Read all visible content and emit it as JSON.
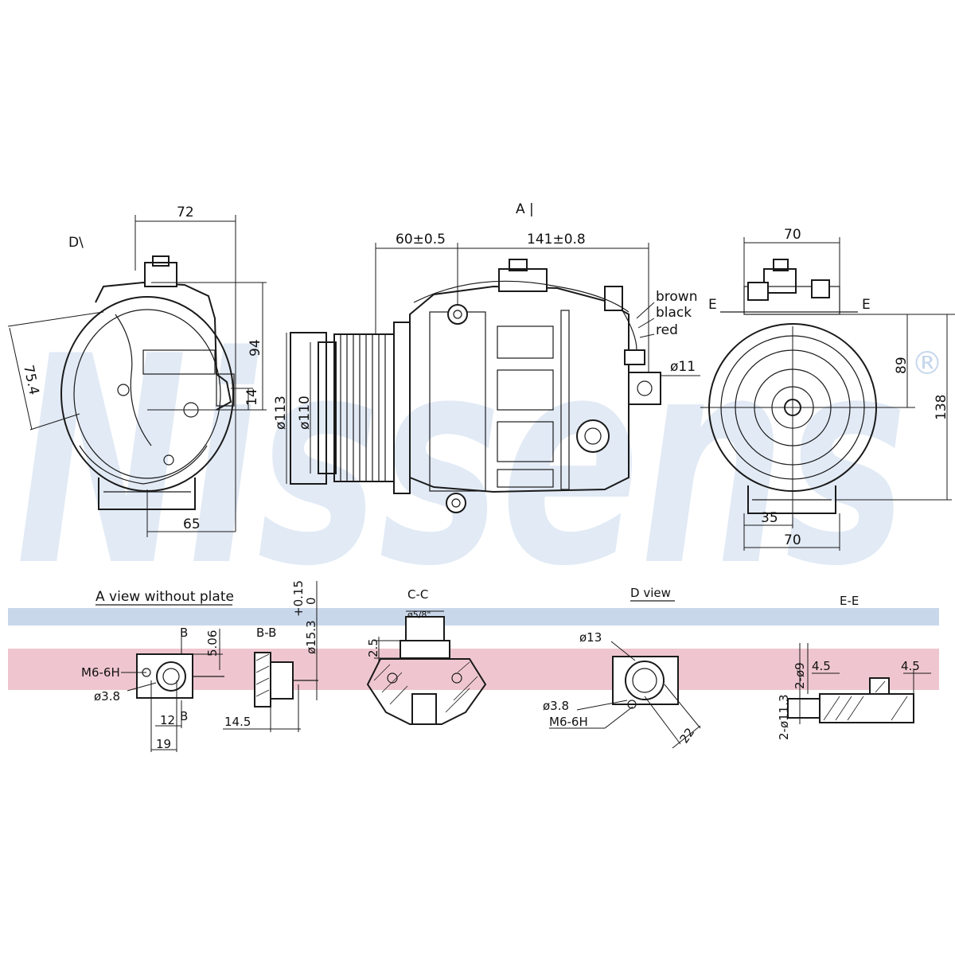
{
  "brand": {
    "watermark": "Nissens",
    "registered": "®",
    "band_colors": {
      "blue": "#c9d7ea",
      "red": "#efc6cf",
      "watermark": "#1f63b8"
    }
  },
  "views": {
    "side": {
      "marker": "D\\",
      "dim_width": "72",
      "dim_height": "94",
      "dim_small": "14",
      "dim_angle": "75.4",
      "dim_bottom": "65"
    },
    "front": {
      "marker": "A |",
      "dim_left": "60±0.5",
      "dim_right": "141±0.8",
      "dim_d113": "ø113",
      "dim_d110": "ø110",
      "dim_d11": "ø11",
      "wire_brown": "brown",
      "wire_black": "black",
      "wire_red": "red"
    },
    "end": {
      "marker_left": "E",
      "marker_right": "E",
      "dim_top": "70",
      "dim_89": "89",
      "dim_138": "138",
      "dim_35": "35",
      "dim_bottom": "70"
    }
  },
  "details": {
    "a_view": {
      "title": "A view without plate",
      "label_b": "B",
      "label_b2": "B",
      "dim_506": "5.06",
      "thread": "M6-6H",
      "hole": "ø3.8",
      "dim_12": "12",
      "dim_19": "19"
    },
    "b_section": {
      "title": "B-B",
      "dim_145": "14.5",
      "dim_d15": "ø15.3",
      "dim_tol": "+0.15",
      "dim_tol2": "0"
    },
    "c_section": {
      "title": "C-C",
      "dim_25": "2.5",
      "dim_top": "ø5/8\""
    },
    "d_view": {
      "title": "D view",
      "dim_d13": "ø13",
      "hole": "ø3.8",
      "thread": "M6-6H",
      "dim_22": "22"
    },
    "e_section": {
      "title": "E-E",
      "dim_45a": "4.5",
      "dim_45b": "4.5",
      "dim_d9": "2-ø9",
      "dim_d113": "2-ø11.3"
    }
  }
}
